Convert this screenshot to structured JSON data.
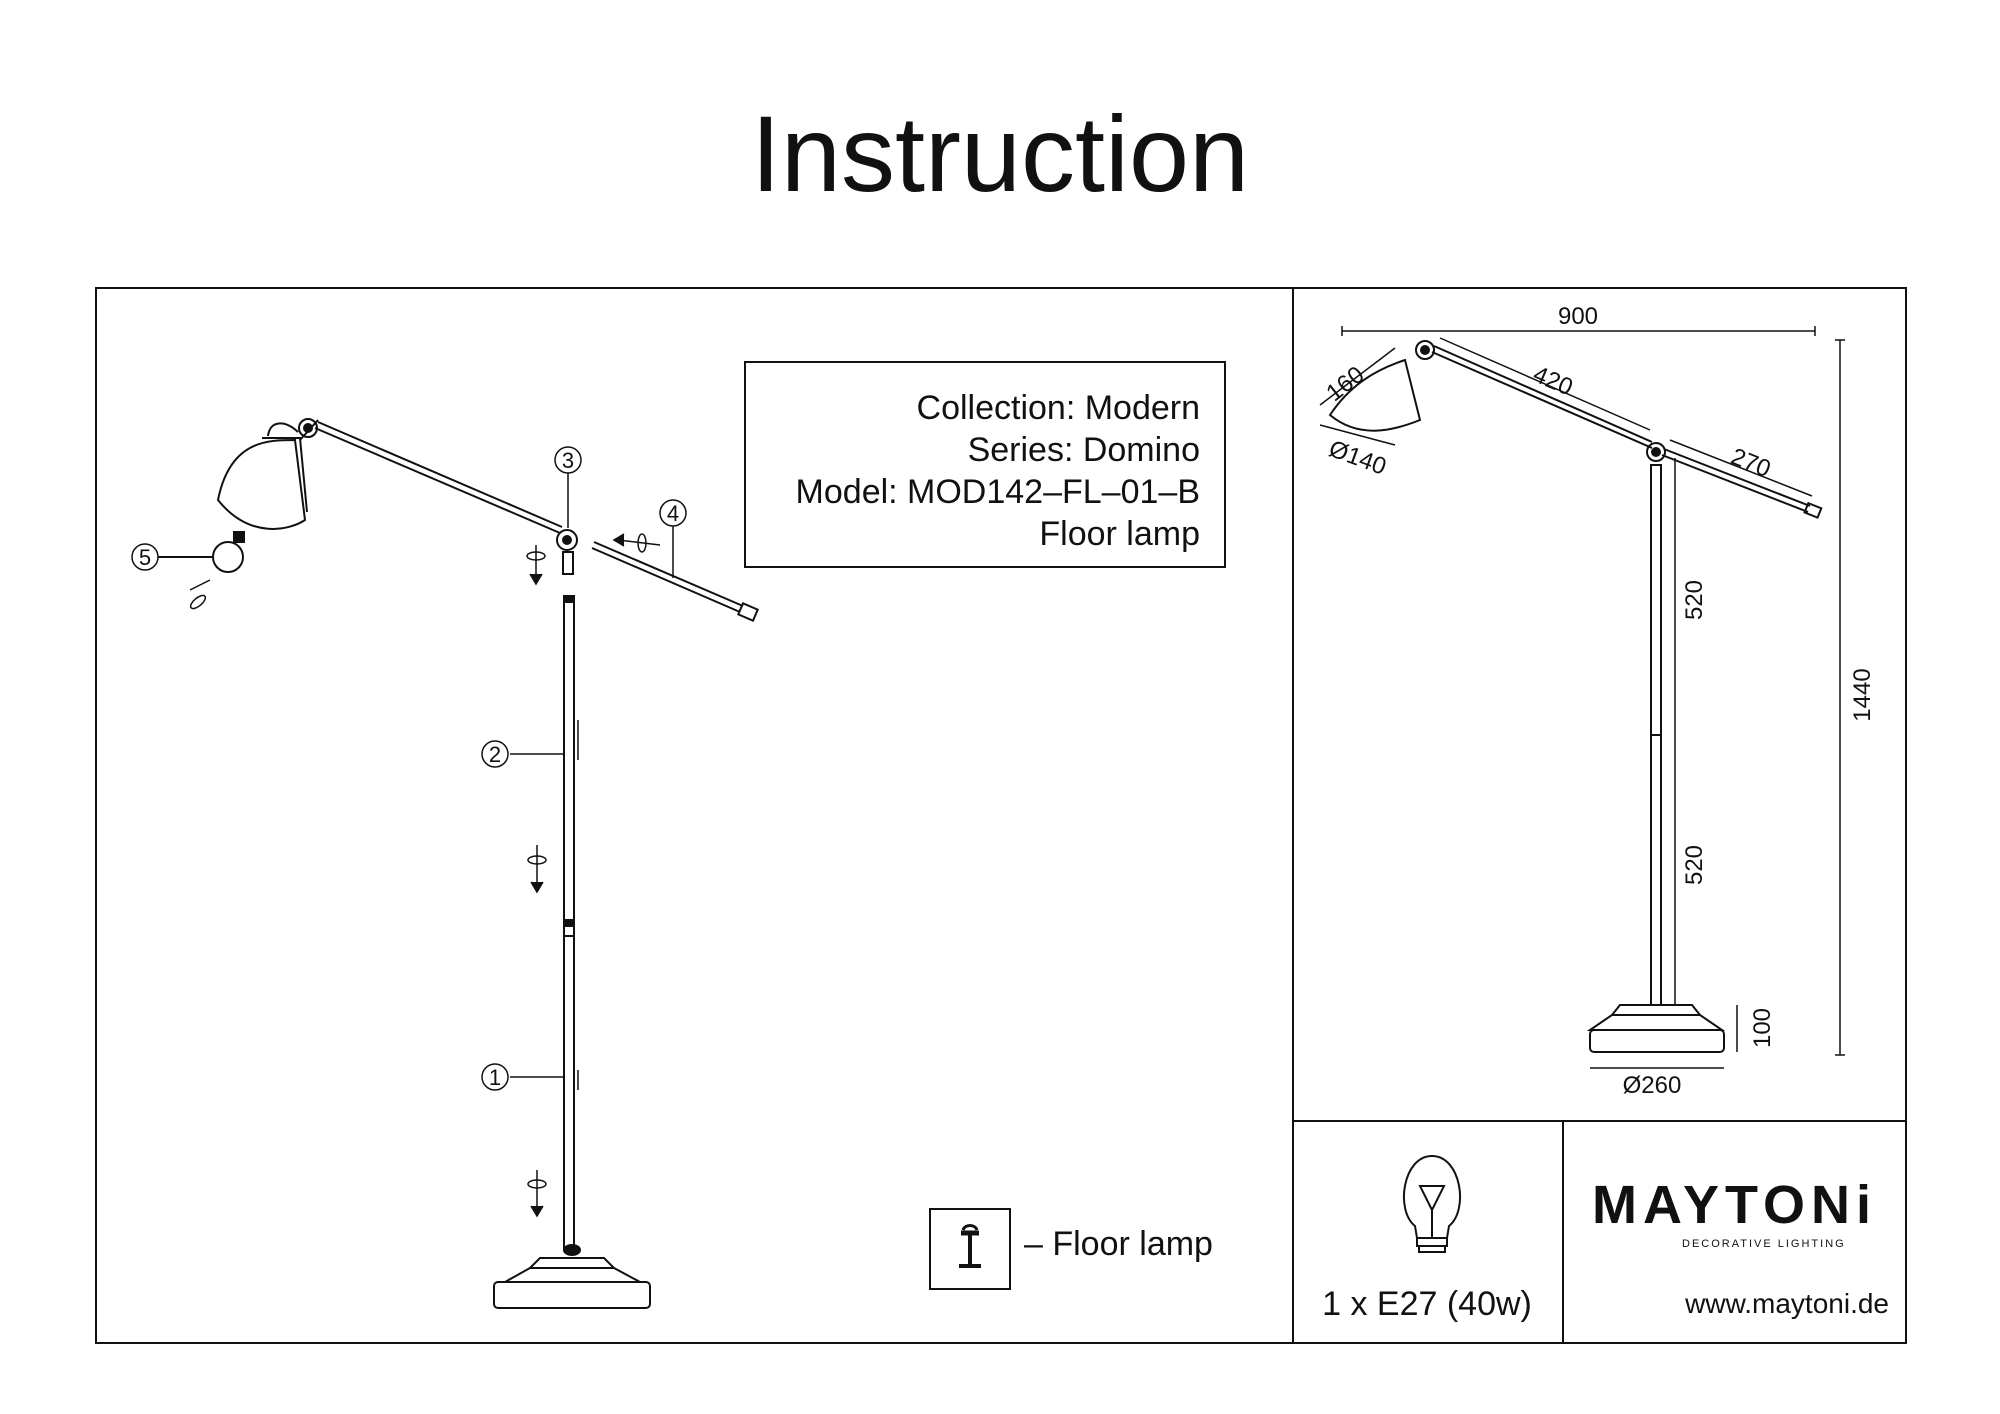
{
  "title": "Instruction",
  "info": {
    "collection": "Collection: Modern",
    "series": "Series: Domino",
    "model": "Model: MOD142–FL–01–B",
    "type": "Floor lamp"
  },
  "parts": [
    "1",
    "2",
    "3",
    "4",
    "5"
  ],
  "dimensions": {
    "total_width": "900",
    "shade_length": "160",
    "shade_diameter": "Ø140",
    "arm_front": "420",
    "arm_back": "270",
    "upper_pole": "520",
    "lower_pole": "520",
    "base_height": "100",
    "total_height": "1440",
    "base_diameter": "Ø260"
  },
  "legend": {
    "label": "– Floor lamp"
  },
  "bulb": {
    "label": "1 x E27 (40w)"
  },
  "brand": {
    "name": "MAYTONi",
    "tagline": "DECORATIVE LIGHTING",
    "website": "www.maytoni.de"
  }
}
